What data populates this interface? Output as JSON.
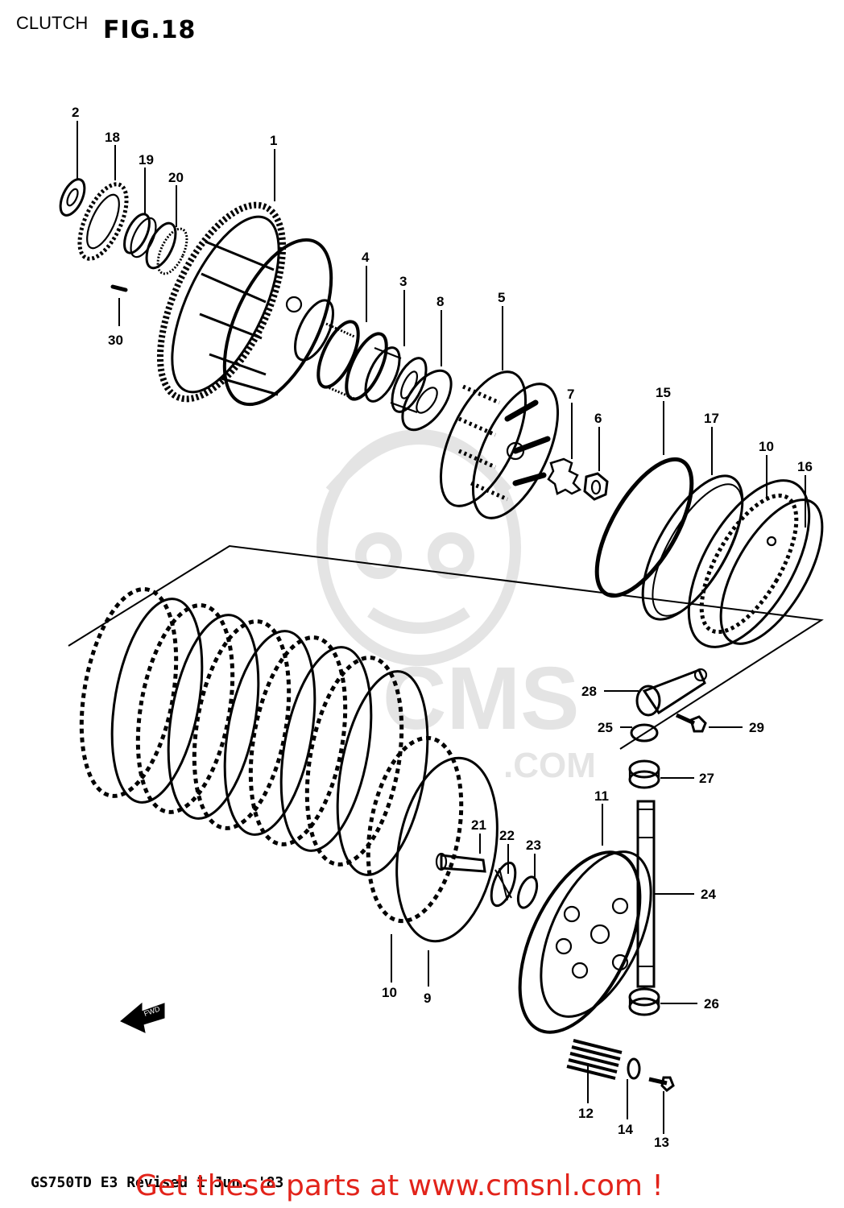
{
  "header": {
    "section": "CLUTCH",
    "figure": "FIG.18"
  },
  "watermark": {
    "text": "CMS",
    "subtext": ".COM"
  },
  "footer": {
    "model_note": "GS750TD  E3  Revised 1 Jun. '83",
    "banner": "Get these parts at www.cmsnl.com !"
  },
  "callouts": {
    "p1": "1",
    "p2": "2",
    "p3": "3",
    "p4": "4",
    "p5": "5",
    "p6": "6",
    "p7": "7",
    "p8": "8",
    "p9": "9",
    "p10a": "10",
    "p10b": "10",
    "p11": "11",
    "p12": "12",
    "p13": "13",
    "p14": "14",
    "p15": "15",
    "p16": "16",
    "p17": "17",
    "p18": "18",
    "p19": "19",
    "p20": "20",
    "p21": "21",
    "p22": "22",
    "p23": "23",
    "p24": "24",
    "p25": "25",
    "p26": "26",
    "p27": "27",
    "p28": "28",
    "p29": "29",
    "p30": "30"
  },
  "icons": {
    "front_arrow": "front-direction-arrow-icon",
    "front_label": "FWD"
  }
}
